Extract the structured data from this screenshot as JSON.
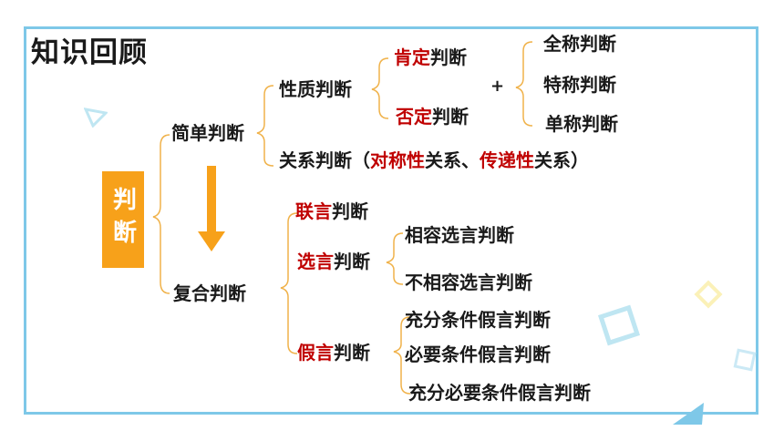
{
  "title": "知识回顾",
  "root": "判断",
  "simple": {
    "label": "简单判断",
    "property": {
      "label": "性质判断",
      "affirm_hl": "肯定",
      "affirm_rest": "判断",
      "negate_hl": "否定",
      "negate_rest": "判断",
      "plus": "+",
      "quantifiers": [
        "全称判断",
        "特称判断",
        "单称判断"
      ]
    },
    "relation": {
      "pre": "关系判断（",
      "sym_hl": "对称性",
      "sym_rest": "关系、",
      "trans_hl": "传递性",
      "trans_rest": "关系）"
    }
  },
  "compound": {
    "label": "复合判断",
    "conj_hl": "联言",
    "conj_rest": "判断",
    "disj_hl": "选言",
    "disj_rest": "判断",
    "disj_children": [
      "相容选言判断",
      "不相容选言判断"
    ],
    "hyp_hl": "假言",
    "hyp_rest": "判断",
    "hyp_children": [
      "充分条件假言判断",
      "必要条件假言判断",
      "充分必要条件假言判断"
    ]
  },
  "colors": {
    "highlight": "#c00000",
    "accent": "#f7a11a",
    "frame": "#7ec8e8",
    "bracket": "#f0b24a"
  }
}
